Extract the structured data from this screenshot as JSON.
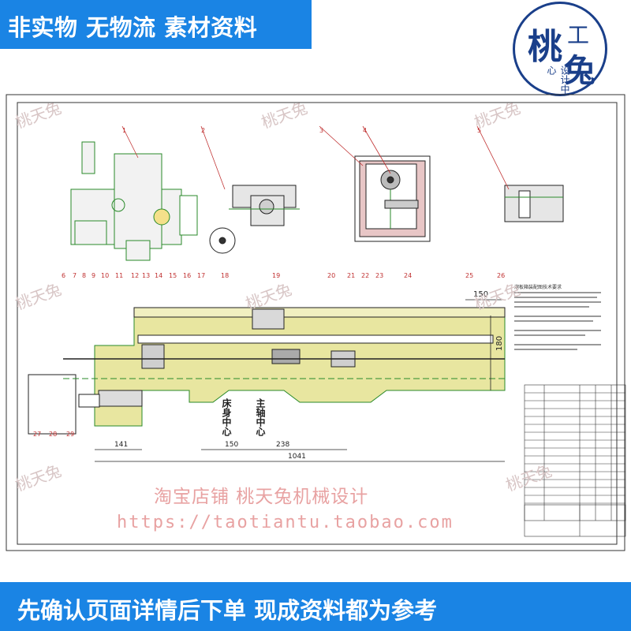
{
  "top_banner": {
    "text": "非实物 无物流 素材资料"
  },
  "logo": {
    "char_main": "桃",
    "char_top": "工",
    "char_bottom": "兔",
    "sub": "设计中心"
  },
  "bottom_banner": {
    "text": "先确认页面详情后下单 现成资料都为参考"
  },
  "watermark": {
    "line1": "淘宝店铺  桃天兔机械设计",
    "line2": "https://taotiantu.taobao.com",
    "small": "桃天兔"
  },
  "drawing": {
    "view_numbers": [
      "1",
      "2",
      "3",
      "4",
      "5"
    ],
    "part_numbers": [
      "6",
      "7",
      "8",
      "9",
      "10",
      "11",
      "12",
      "13",
      "14",
      "15",
      "16",
      "17",
      "18",
      "19",
      "20",
      "21",
      "22",
      "23",
      "24",
      "25",
      "26",
      "27",
      "28",
      "29"
    ],
    "dimensions": {
      "d150_top": "150",
      "d180": "180",
      "d141": "141",
      "d150": "150",
      "d238": "238",
      "d1041": "1041"
    },
    "center_labels": {
      "bed_center": "床身中心",
      "spindle_center": "主轴中心"
    },
    "notes_title": "溜板箱装配图技术要求",
    "colors": {
      "line_green": "#2a8a2a",
      "body_yellow": "#e8e6a0",
      "line_red": "#c03030",
      "line_black": "#222222"
    }
  }
}
